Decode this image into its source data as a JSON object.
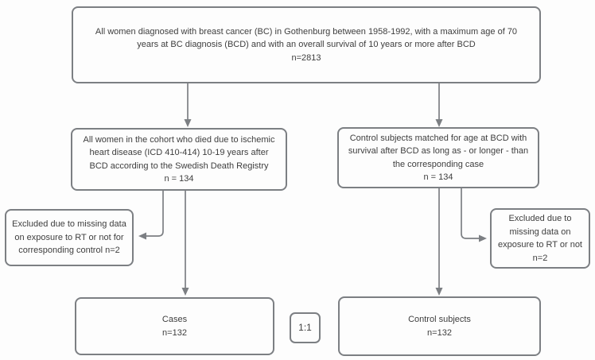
{
  "diagram": {
    "title": "Breast cancer cohort case-control selection flowchart",
    "colors": {
      "box_border": "#7c7f83",
      "arrow": "#7c7f83",
      "text": "#3e3e3e",
      "background": "#fdfdfd"
    },
    "boxes": {
      "cohort": {
        "text": "All women diagnosed with breast cancer (BC) in Gothenburg between 1958-1992, with a maximum age of 70\nyears at BC diagnosis (BCD) and with an overall survival of 10 years or more after BCD\nn=2813"
      },
      "cases_criteria": {
        "text": "All women in the cohort who died due to ischemic\nheart disease (ICD 410-414) 10-19 years after\nBCD according to the Swedish Death Registry\nn = 134"
      },
      "controls_criteria": {
        "text": "Control subjects matched for age at BCD with\nsurvival after BCD as long as - or longer - than\nthe corresponding case\nn = 134"
      },
      "excluded_cases": {
        "text": "Excluded due to missing data\non exposure to RT or not for\ncorresponding control n=2"
      },
      "excluded_controls": {
        "text": "Excluded due to\nmissing data on\nexposure to RT or not\nn=2"
      },
      "cases": {
        "text": "Cases\nn=132"
      },
      "ratio": {
        "text": "1:1"
      },
      "controls": {
        "text": "Control subjects\nn=132"
      }
    }
  }
}
